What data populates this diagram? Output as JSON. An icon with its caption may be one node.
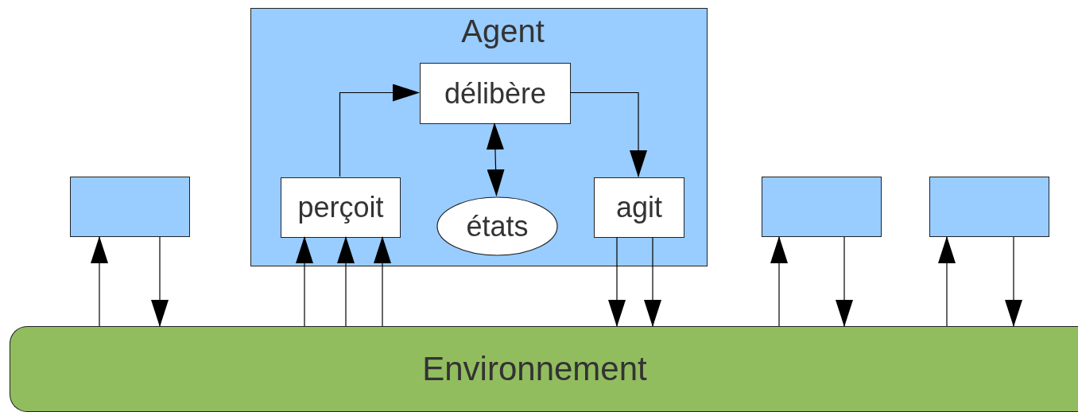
{
  "diagram": {
    "nodes": [
      {
        "text": [],
        "shape": "box"
      },
      {
        "text": [
          "Agent"
        ]
      },
      {
        "text": [
          "délibère"
        ],
        "in": 1
      },
      {
        "text": [
          "perçoit"
        ],
        "in": 1
      },
      {
        "text": [
          "états"
        ],
        "in": 1
      },
      {
        "text": [
          "agit"
        ],
        "in": 1
      },
      {
        "text": [],
        "shape": "box"
      },
      {
        "text": [],
        "shape": "box"
      },
      {
        "text": [
          "Environnement"
        ]
      }
    ],
    "edges": [
      {
        "from": 3,
        "to": 2,
        "arrow": "to"
      },
      {
        "from": 2,
        "to": 5,
        "arrow": "to"
      },
      {
        "from": 2,
        "to": 4,
        "arrow": "both"
      },
      {
        "from": 8,
        "to": 3,
        "arrow": "to"
      },
      {
        "from": 8,
        "to": 3,
        "arrow": "to"
      },
      {
        "from": 8,
        "to": 3,
        "arrow": "to"
      },
      {
        "from": 5,
        "to": 8,
        "arrow": "to"
      },
      {
        "from": 5,
        "to": 8,
        "arrow": "to"
      },
      {
        "from": 8,
        "to": 0,
        "arrow": "to"
      },
      {
        "from": 0,
        "to": 8,
        "arrow": "to"
      },
      {
        "from": 8,
        "to": 6,
        "arrow": "to"
      },
      {
        "from": 6,
        "to": 8,
        "arrow": "to"
      },
      {
        "from": 8,
        "to": 7,
        "arrow": "to"
      },
      {
        "from": 7,
        "to": 8,
        "arrow": "to"
      }
    ]
  }
}
